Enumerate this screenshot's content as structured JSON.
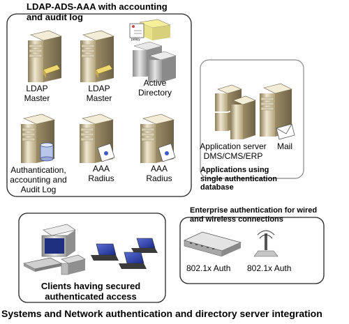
{
  "diagram": {
    "caption": "Systems and Network authentication and directory server integration",
    "ldap_group": {
      "title": "LDAP-ADS-AAA with accounting and audit log",
      "nodes": {
        "ldap_master_1": "LDAP Master",
        "ldap_master_2": "LDAP Master",
        "active_directory": "Active Directory",
        "audit_log": "Authantication, accounting and Audit Log",
        "aaa_radius_1": "AAA Radius",
        "aaa_radius_2": "AAA Radius"
      },
      "policy_tag": "policy"
    },
    "apps_group": {
      "app_server": "Application server DMS/CMS/ERP",
      "mail": "Mail",
      "title": "Applications using single authentication database"
    },
    "enterprise_group": {
      "title": "Enterprise authentication for wired and wireless connections",
      "wired": "802.1x Auth",
      "wireless": "802.1x Auth"
    },
    "clients_group": {
      "title": "Clients having secured authenticated access"
    }
  }
}
